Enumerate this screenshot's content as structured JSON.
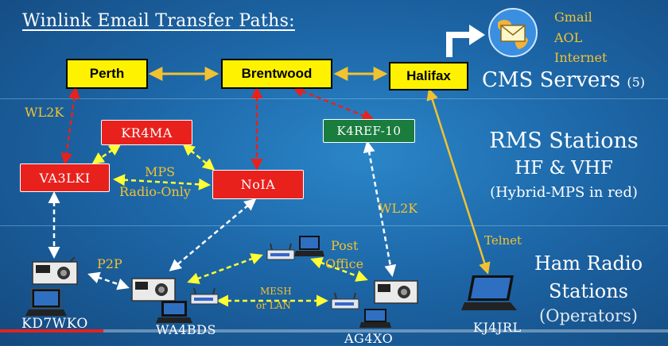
{
  "title": "Winlink Email Transfer Paths:",
  "cms_nodes": [
    "Perth",
    "Brentwood",
    "Halifax"
  ],
  "rms_nodes_red": [
    "KR4MA",
    "VA3LKI",
    "NoIA"
  ],
  "rms_node_green": "K4REF-10",
  "internet_services": [
    "Gmail",
    "AOL",
    "Internet"
  ],
  "tiers": {
    "cms": {
      "title": "CMS Servers",
      "count": "(5)"
    },
    "rms": {
      "title": "RMS Stations",
      "sub1": "HF & VHF",
      "sub2": "(Hybrid-MPS in red)"
    },
    "ham": {
      "title1": "Ham Radio",
      "title2": "Stations",
      "sub": "(Operators)"
    }
  },
  "link_labels": {
    "wl2k_left": "WL2K",
    "wl2k_right": "WL2K",
    "mps": "MPS",
    "radio_only": "Radio-Only",
    "telnet": "Telnet",
    "p2p": "P2P",
    "post": "Post",
    "office": "Office",
    "mesh": "MESH",
    "or_lan": "or LAN"
  },
  "operators": [
    "KD7WKO",
    "WA4BDS",
    "AG4XO",
    "KJ4JRL"
  ],
  "colors": {
    "cms": "#fff200",
    "hybrid": "#e8211d",
    "rms": "#1a7d3e",
    "link": "#f2c230"
  },
  "video_progress": 0.155
}
